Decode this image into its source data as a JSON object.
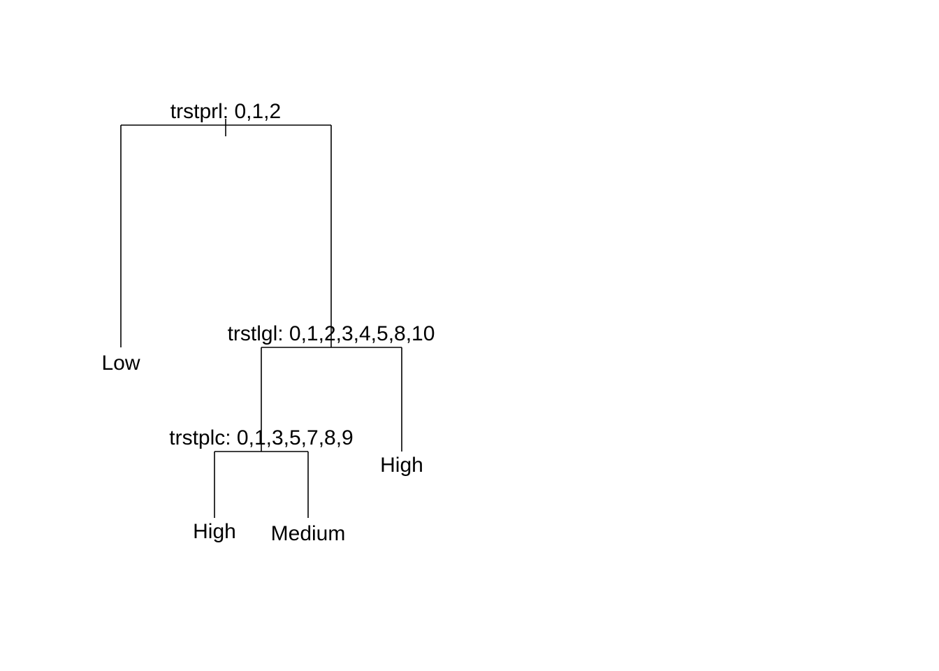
{
  "tree": {
    "root_split": "trstprl: 0,1,2",
    "split_2": "trstlgl: 0,1,2,3,4,5,8,10",
    "split_3": "trstplc: 0,1,3,5,7,8,9",
    "leaf_low": "Low",
    "leaf_high_right": "High",
    "leaf_high_left": "High",
    "leaf_medium": "Medium"
  },
  "colors": {
    "line": "#000000",
    "text": "#000000",
    "background": "#ffffff"
  }
}
